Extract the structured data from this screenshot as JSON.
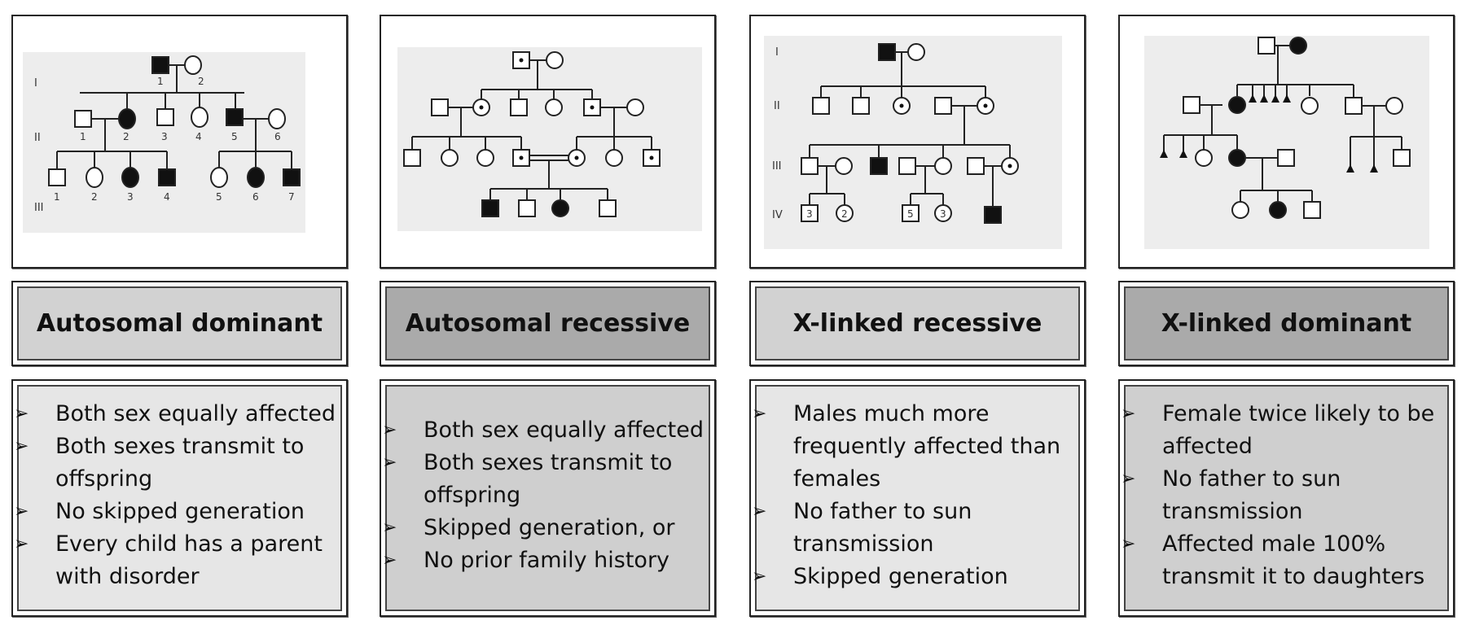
{
  "panels": [
    {
      "title": "Autosomal dominant",
      "bullets": [
        "Both sex equally affected",
        "Both sexes transmit to offspring",
        "No skipped generation",
        "Every child has a parent with disorder"
      ]
    },
    {
      "title": "Autosomal recessive",
      "bullets": [
        "Both sex equally affected",
        "Both sexes transmit to offspring",
        "Skipped generation, or",
        "No prior family history"
      ]
    },
    {
      "title": "X-linked recessive",
      "bullets": [
        "Males much more frequently affected than females",
        "No father to sun transmission",
        "Skipped generation"
      ]
    },
    {
      "title": "X-linked dominant",
      "bullets": [
        "Female twice likely to be affected",
        "No father to sun transmission",
        "Affected male 100% transmit it to daughters"
      ]
    }
  ],
  "pedigree1": {
    "gen": [
      "I",
      "II",
      "III"
    ],
    "g1": [
      "1",
      "2"
    ],
    "g2": [
      "1",
      "2",
      "3",
      "4",
      "5",
      "6"
    ],
    "g3": [
      "1",
      "2",
      "3",
      "4",
      "5",
      "6",
      "7"
    ]
  },
  "pedigree3": {
    "gen": [
      "I",
      "II",
      "III",
      "IV"
    ],
    "counts": [
      "3",
      "2",
      "5",
      "3"
    ]
  },
  "bullet_icon": "arrow-bullet-icon"
}
